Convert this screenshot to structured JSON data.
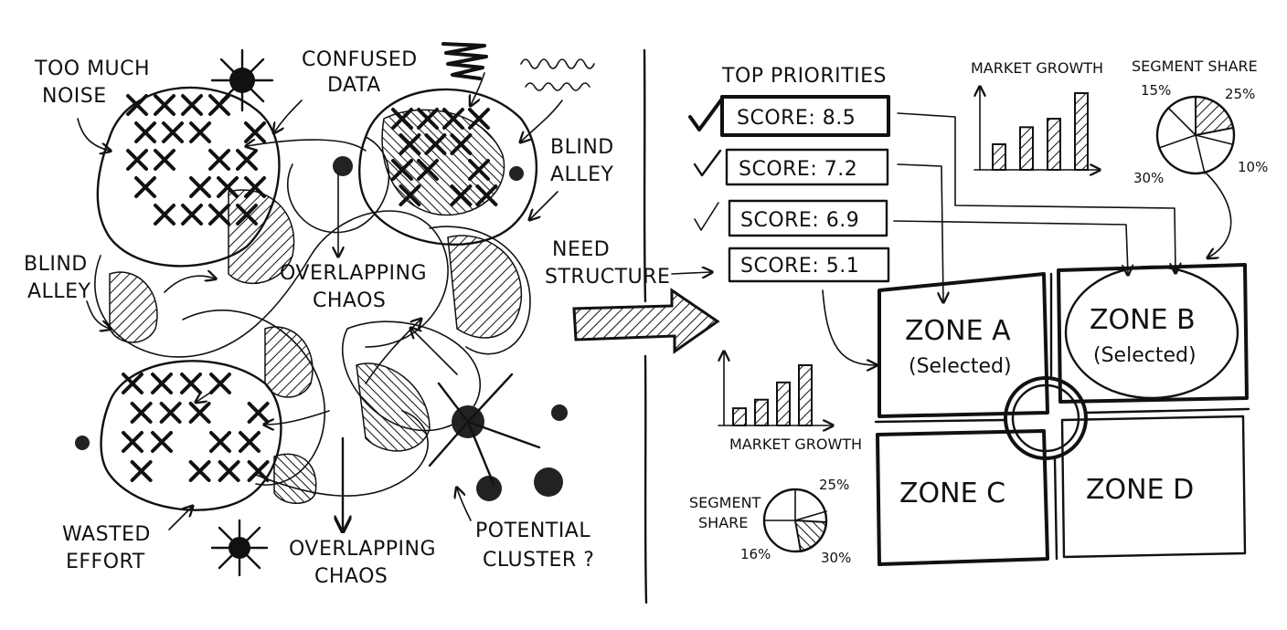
{
  "chaos": {
    "labels": {
      "too_much_noise_1": "TOO MUCH",
      "too_much_noise_2": "NOISE",
      "confused_data_1": "CONFUSED",
      "confused_data_2": "DATA",
      "blind_alley_right_1": "BLIND",
      "blind_alley_right_2": "ALLEY",
      "blind_alley_left_1": "BLIND",
      "blind_alley_left_2": "ALLEY",
      "overlapping_chaos_mid_1": "OVERLAPPING",
      "overlapping_chaos_mid_2": "CHAOS",
      "wasted_effort_1": "WASTED",
      "wasted_effort_2": "EFFORT",
      "overlapping_chaos_bottom_1": "OVERLAPPING",
      "overlapping_chaos_bottom_2": "CHAOS",
      "potential_cluster_1": "POTENTIAL",
      "potential_cluster_2": "CLUSTER ?"
    }
  },
  "transition": {
    "label_1": "NEED",
    "label_2": "STRUCTURE"
  },
  "priorities": {
    "title": "TOP PRIORITIES",
    "scores": [
      "SCORE: 8.5",
      "SCORE: 7.2",
      "SCORE: 6.9",
      "SCORE: 5.1"
    ]
  },
  "charts": {
    "top_bar": {
      "title": "MARKET GROWTH",
      "values": [
        3,
        5,
        6,
        9
      ]
    },
    "top_pie": {
      "title": "SEGMENT SHARE",
      "labels": [
        "15%",
        "25%",
        "10%",
        "30%"
      ]
    },
    "bottom_bar": {
      "title": "MARKET GROWTH",
      "values": [
        2,
        3,
        5,
        7
      ]
    },
    "bottom_pie": {
      "title_1": "SEGMENT",
      "title_2": "SHARE",
      "labels": [
        "25%",
        "30%",
        "16%"
      ]
    }
  },
  "zones": {
    "a": {
      "title": "ZONE A",
      "sub": "(Selected)"
    },
    "b": {
      "title": "ZONE B",
      "sub": "(Selected)"
    },
    "c": {
      "title": "ZONE C"
    },
    "d": {
      "title": "ZONE D"
    }
  }
}
